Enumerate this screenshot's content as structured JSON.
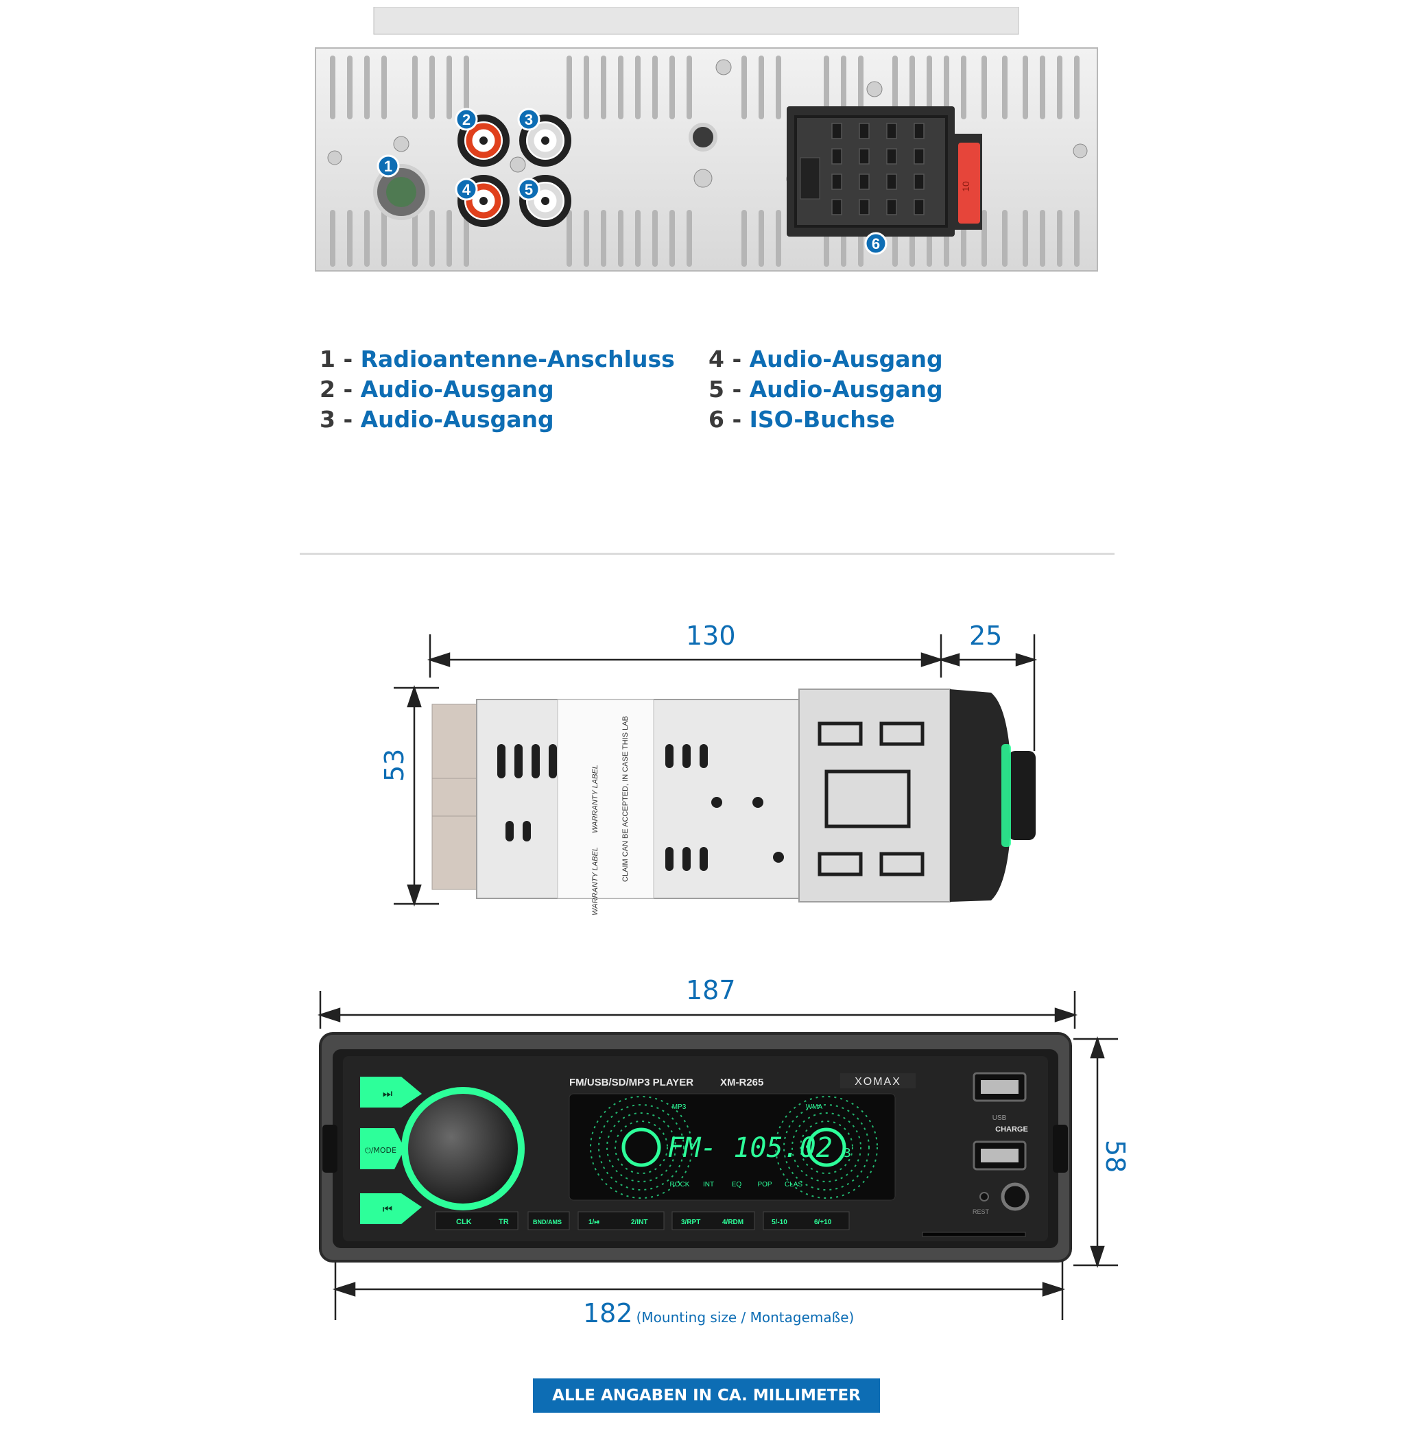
{
  "legend": {
    "left": [
      {
        "num": "1 - ",
        "label": "Radioantenne-Anschluss"
      },
      {
        "num": "2 - ",
        "label": "Audio-Ausgang"
      },
      {
        "num": "3 - ",
        "label": "Audio-Ausgang"
      }
    ],
    "right": [
      {
        "num": "4 - ",
        "label": "Audio-Ausgang"
      },
      {
        "num": "5 - ",
        "label": "Audio-Ausgang"
      },
      {
        "num": "6 - ",
        "label": "ISO-Buchse"
      }
    ]
  },
  "callouts": [
    "1",
    "2",
    "3",
    "4",
    "5",
    "6"
  ],
  "rear_fuse_label": "10",
  "dimensions": {
    "side_length": "130",
    "knob_depth": "25",
    "side_height": "53",
    "front_width": "187",
    "front_height": "58",
    "mounting_width": "182",
    "mounting_note": "(Mounting size / Montagemaße)"
  },
  "side_label": {
    "warranty_1": "WARRANTY LABEL",
    "warranty_2": "WARRANTY LABEL",
    "claim": "CLAIM CAN BE ACCEPTED, IN CASE THIS LAB"
  },
  "front_panel": {
    "model_text": "FM/USB/SD/MP3 PLAYER",
    "model_number": "XM-R265",
    "brand": "XOMAX",
    "display_main": "FM- 105.02",
    "display_sub": "3",
    "display_top": [
      "MP3",
      "WMA"
    ],
    "display_eq": [
      "ROCK",
      "INT",
      "EQ",
      "POP",
      "CLAS"
    ],
    "left_buttons": [
      "⏭",
      "⏻/MODE",
      "⏮"
    ],
    "bottom_buttons": [
      "CLK",
      "TR",
      "BND/AMS",
      "1/⏯",
      "2/INT",
      "3/RPT",
      "4/RDM",
      "5/-10",
      "6/+10"
    ],
    "usb_label": "USB",
    "charge_label": "CHARGE",
    "reset_label": "REST"
  },
  "note": "ALLE ANGABEN IN CA. MILLIMETER (MM)",
  "colors": {
    "accent_blue": "#0d6db4",
    "display_green": "#2dff9a",
    "rca_red": "#e0401c"
  }
}
